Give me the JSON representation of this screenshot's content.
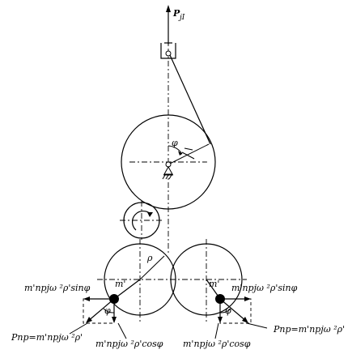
{
  "labels": {
    "force_top_main": "P",
    "force_top_sub": "jI",
    "phi": "φ",
    "rho": "ρ",
    "mass_left": "m'",
    "mass_right": "m'",
    "sin_left": "m'npjω ²ρ'sinφ",
    "sin_right": "m'npjω ²ρ'sinφ",
    "cos_left": "m'npjω ²ρ'cosφ",
    "cos_right": "m'npjω ²ρ'cosφ",
    "p_left": "Pnp=m'npjω ²ρ'",
    "p_right": "Pnp=m'npjω ²ρ'"
  }
}
